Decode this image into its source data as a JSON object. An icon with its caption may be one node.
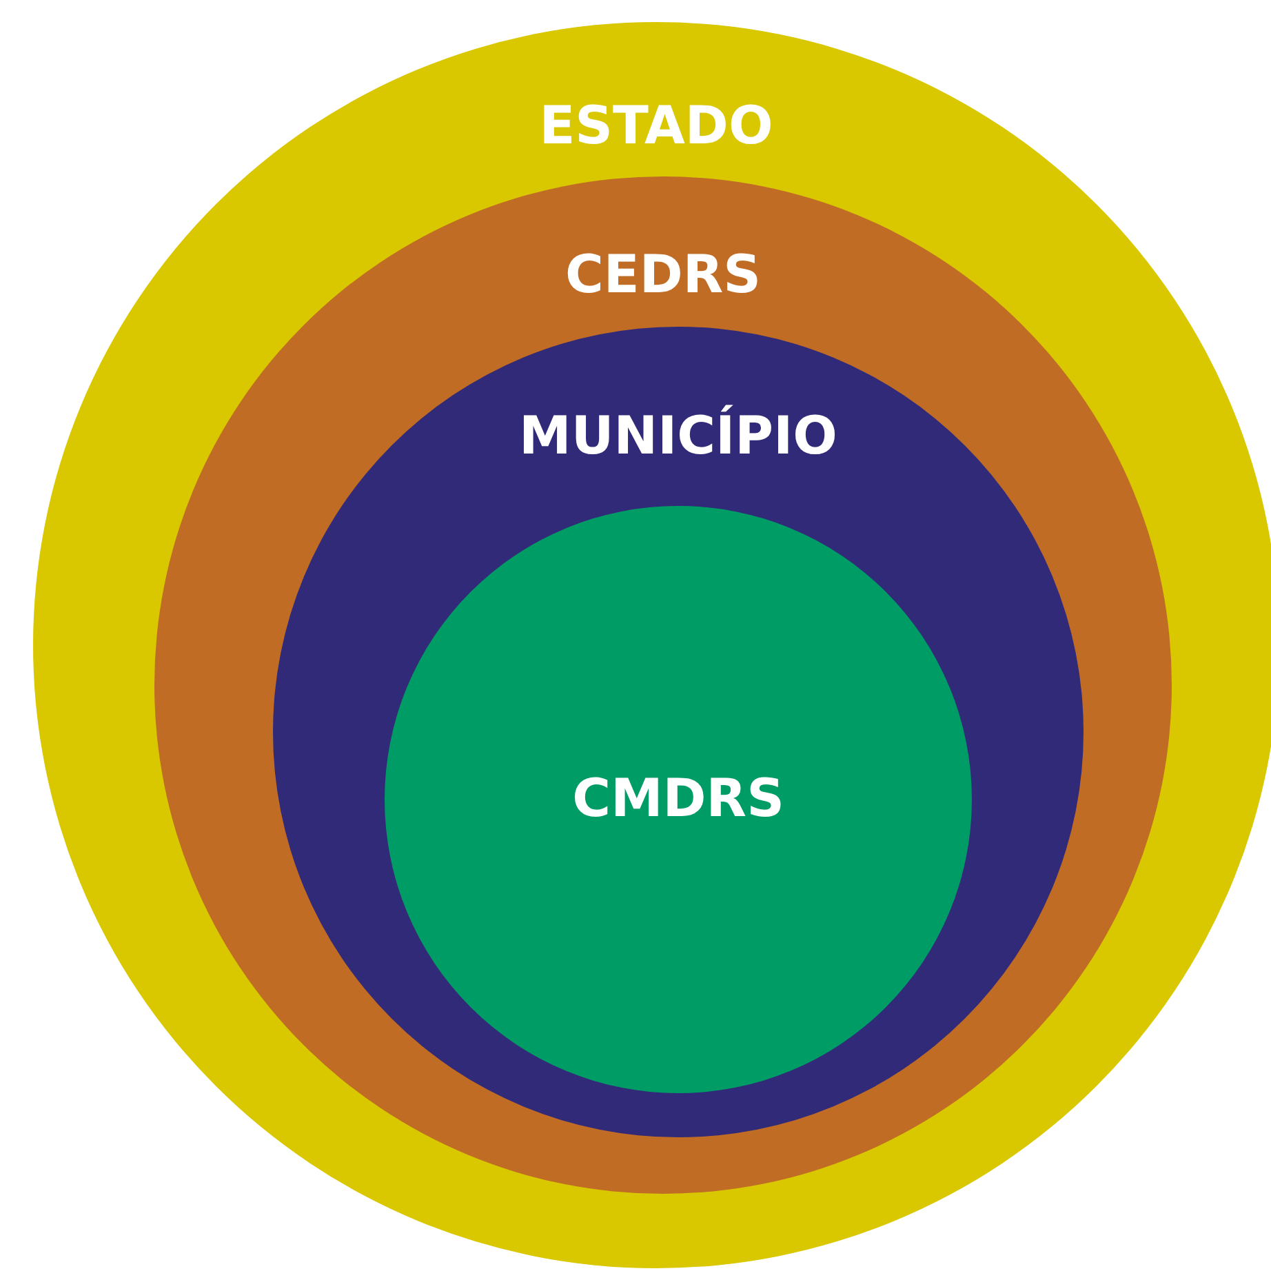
{
  "diagram": {
    "nodes": [
      {
        "text": [
          "ESTADO"
        ]
      },
      {
        "text": [
          "CEDRS"
        ],
        "in": 0
      },
      {
        "text": [
          "MUNICÍPIO"
        ],
        "in": 1
      },
      {
        "text": [
          "CMDRS"
        ],
        "in": 2
      }
    ]
  }
}
